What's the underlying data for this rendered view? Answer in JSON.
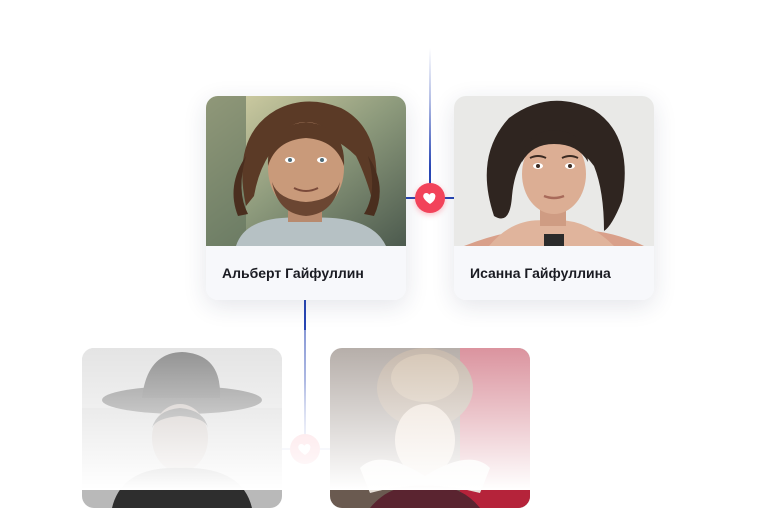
{
  "tree": {
    "couple_top": {
      "left": {
        "name": "Альберт Гайфуллин",
        "photo_icon": "man-portrait"
      },
      "right": {
        "name": "Исанна Гайфуллина",
        "photo_icon": "woman-portrait"
      },
      "link_icon": "heart-icon"
    },
    "couple_bottom": {
      "left": {
        "name": "",
        "photo_icon": "man-in-hat-portrait"
      },
      "right": {
        "name": "",
        "photo_icon": "renaissance-woman-portrait"
      },
      "link_icon": "heart-icon"
    }
  },
  "colors": {
    "connector": "#2846b4",
    "heart": "#f2435a",
    "card_footer": "#f7f8fb",
    "name_text": "#1a1b22"
  }
}
